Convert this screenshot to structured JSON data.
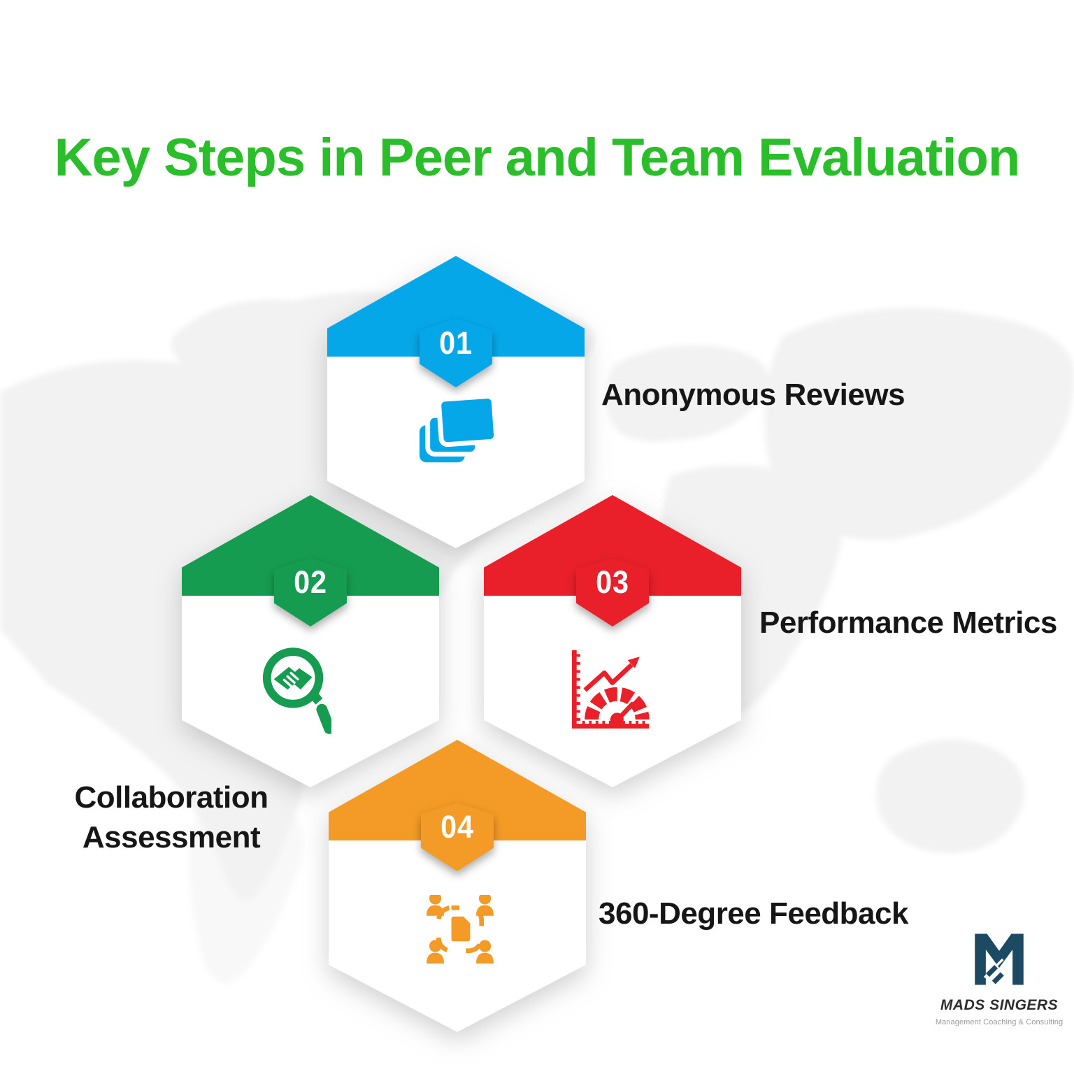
{
  "title": {
    "text": "Key Steps in Peer and Team Evaluation",
    "color": "#2abf2a"
  },
  "text_color": "#161616",
  "steps": [
    {
      "number": "01",
      "label": "Anonymous Reviews",
      "color": "#06a7e9",
      "icon": "stacked-cards-icon"
    },
    {
      "number": "02",
      "label": "Collaboration Assessment",
      "color": "#169c50",
      "icon": "handshake-magnifier-icon"
    },
    {
      "number": "03",
      "label": "Performance Metrics",
      "color": "#e9202a",
      "icon": "performance-gauge-chart-icon"
    },
    {
      "number": "04",
      "label": "360-Degree Feedback",
      "color": "#f39b26",
      "icon": "team-roundtable-icon"
    }
  ],
  "logo": {
    "brand": "MADS SINGERS",
    "tagline": "Management Coaching & Consulting",
    "color": "#1c4a63"
  }
}
